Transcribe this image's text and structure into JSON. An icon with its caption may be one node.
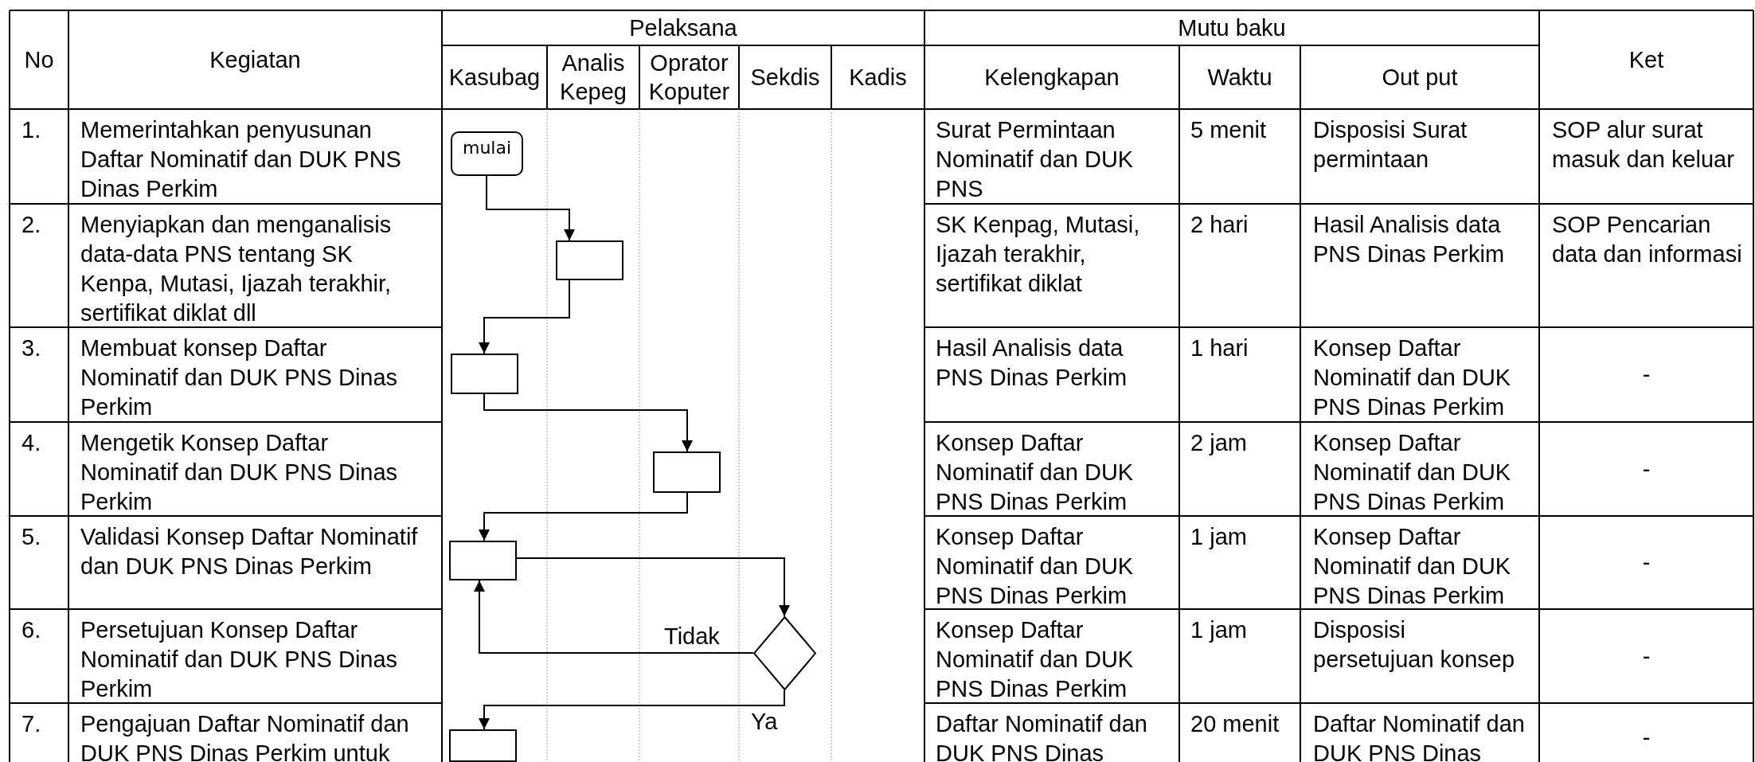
{
  "diagram": {
    "nodes": [
      {
        "text": [
          "mulai"
        ]
      },
      {
        "text": [],
        "shape": "box"
      },
      {
        "text": [],
        "shape": "box"
      },
      {
        "text": [],
        "shape": "box"
      },
      {
        "text": [],
        "shape": "box"
      },
      {
        "text": [],
        "shape": "diamond"
      },
      {
        "text": [],
        "shape": "box"
      }
    ],
    "edges": [
      {
        "from": 0,
        "to": 1,
        "arrow": "to"
      },
      {
        "from": 1,
        "to": 2,
        "arrow": "to"
      },
      {
        "from": 2,
        "to": 3,
        "arrow": "to"
      },
      {
        "from": 3,
        "to": 4,
        "arrow": "to"
      },
      {
        "from": 4,
        "to": 5,
        "arrow": "to"
      },
      {
        "from": 5,
        "to": 4,
        "arrow": "to",
        "label": "Tidak"
      },
      {
        "from": 5,
        "to": 6,
        "arrow": "to",
        "label": "Ya"
      }
    ],
    "labels": [
      "No",
      "Kegiatan",
      "Pelaksana",
      "Mutu baku",
      "Ket",
      "Kasubag",
      "Analis Kepeg",
      "Oprator Koputer",
      "Sekdis",
      "Kadis",
      "Kelengkapan",
      "Waktu",
      "Out put",
      "1.",
      "Memerintahkan penyusunan Daftar Nominatif dan DUK PNS Dinas Perkim",
      "Surat Permintaan Nominatif dan DUK PNS",
      "5 menit",
      "Disposisi Surat permintaan",
      "SOP alur surat masuk dan keluar",
      "2.",
      "Menyiapkan dan menganalisis data-data PNS tentang SK Kenpa, Mutasi, Ijazah terakhir, sertifikat diklat dll",
      "SK Kenpag, Mutasi, Ijazah terakhir, sertifikat diklat",
      "2 hari",
      "Hasil Analisis data PNS Dinas Perkim",
      "SOP Pencarian data dan informasi",
      "3.",
      "Membuat konsep Daftar Nominatif dan DUK PNS Dinas Perkim",
      "Hasil Analisis data PNS Dinas Perkim",
      "1 hari",
      "Konsep Daftar Nominatif dan DUK PNS Dinas Perkim",
      "-",
      "4.",
      "Mengetik Konsep Daftar Nominatif dan DUK PNS Dinas Perkim",
      "Konsep Daftar Nominatif dan DUK PNS Dinas Perkim",
      "2 jam",
      "Konsep Daftar Nominatif dan DUK PNS Dinas Perkim",
      "-",
      "5.",
      "Validasi Konsep Daftar Nominatif dan DUK PNS Dinas Perkim",
      "Konsep Daftar Nominatif dan DUK PNS Dinas Perkim",
      "1 jam",
      "Konsep Daftar Nominatif dan DUK PNS Dinas Perkim",
      "-",
      "6.",
      "Persetujuan Konsep Daftar Nominatif dan DUK PNS Dinas Perkim",
      "Konsep Daftar Nominatif dan DUK PNS Dinas Perkim",
      "1 jam",
      "Disposisi persetujuan konsep",
      "-",
      "7.",
      "Pengajuan Daftar Nominatif dan DUK PNS Dinas Perkim untuk",
      "Daftar Nominatif dan DUK PNS Dinas",
      "20 menit",
      "Daftar Nominatif dan DUK PNS Dinas",
      "-"
    ]
  }
}
